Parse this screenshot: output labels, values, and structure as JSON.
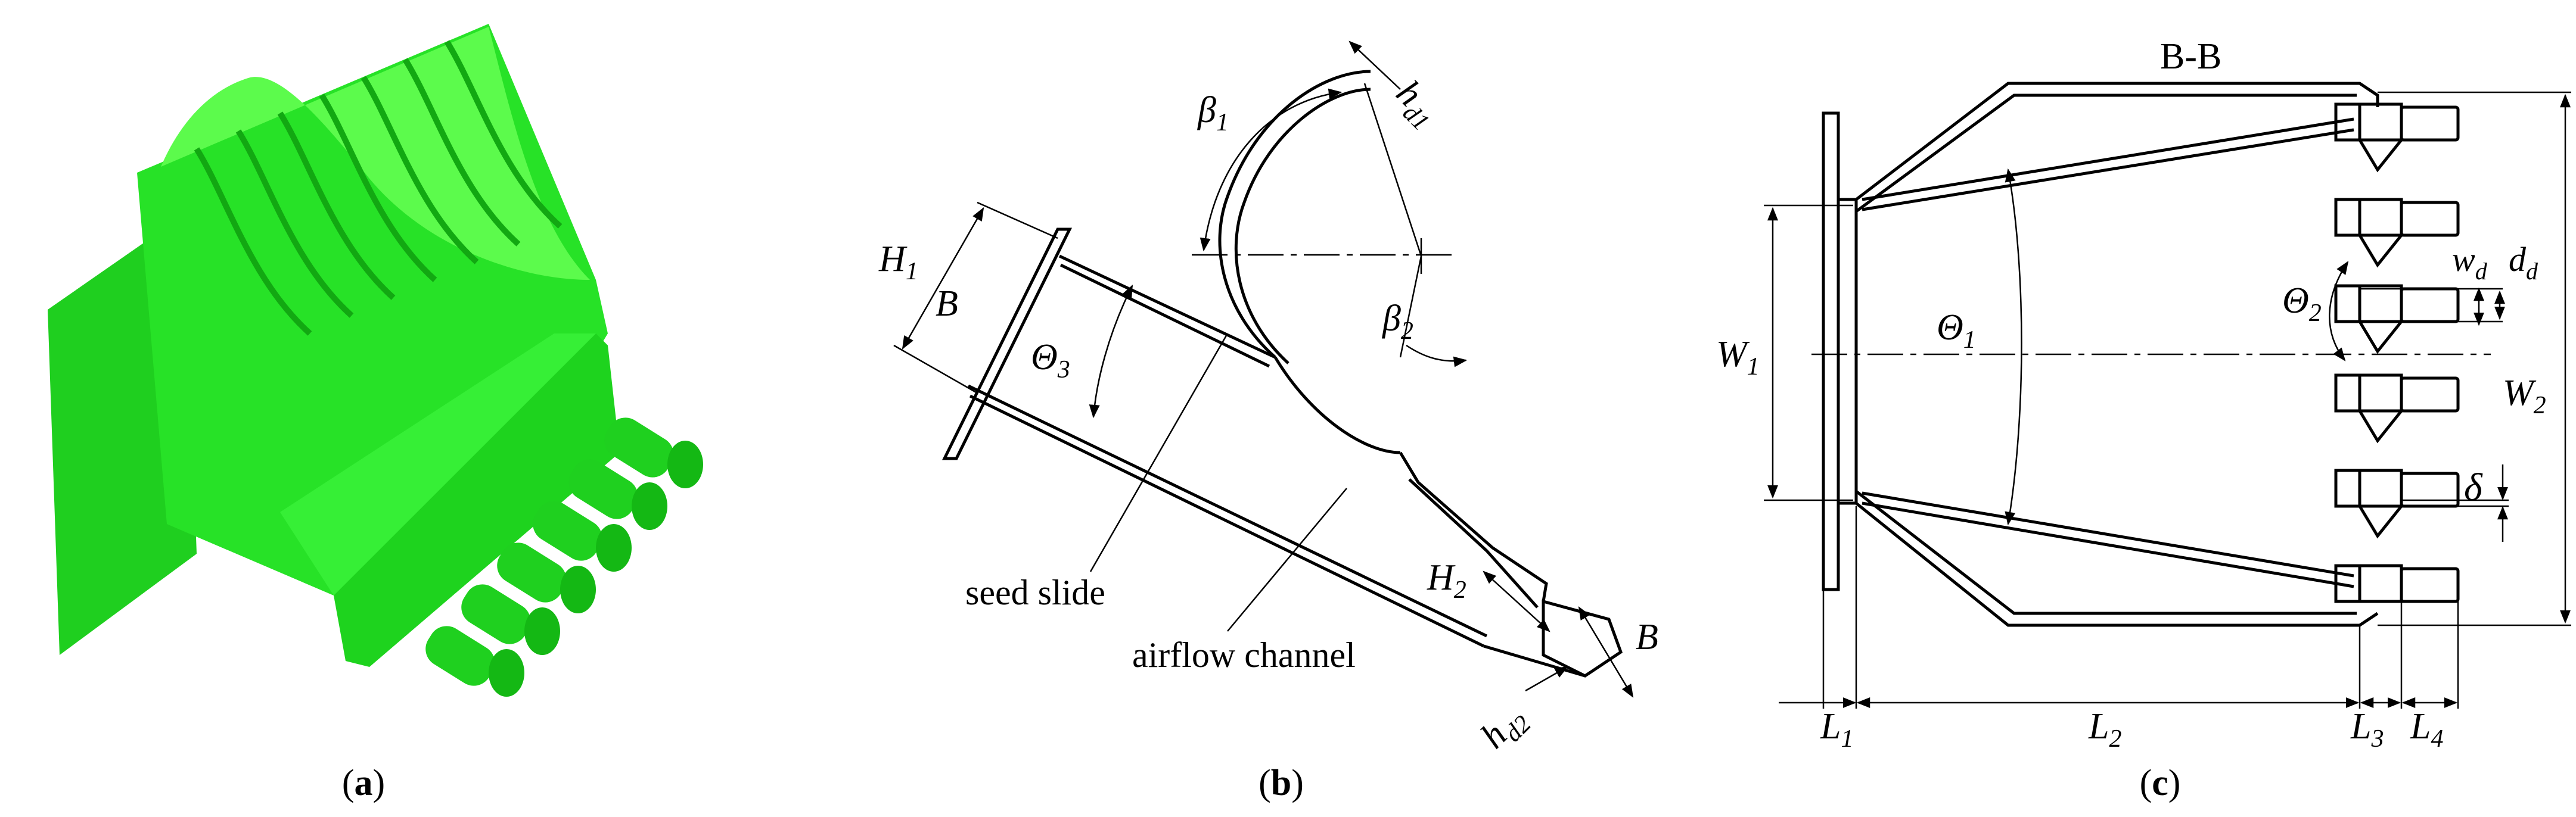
{
  "panels": [
    {
      "key": "a",
      "caption_open": "(",
      "caption_letter": "a",
      "caption_close": ")"
    },
    {
      "key": "b",
      "caption_open": "(",
      "caption_letter": "b",
      "caption_close": ")"
    },
    {
      "key": "c",
      "caption_open": "(",
      "caption_letter": "c",
      "caption_close": ")"
    }
  ],
  "panel_b": {
    "labels": {
      "H1": {
        "main": "H",
        "sub": "1"
      },
      "B_top": "B",
      "theta3": {
        "main": "Θ",
        "sub": "3"
      },
      "beta1": {
        "main": "β",
        "sub": "1"
      },
      "beta2": {
        "main": "β",
        "sub": "2"
      },
      "hd1": {
        "main": "h",
        "sub": "d1"
      },
      "H2": {
        "main": "H",
        "sub": "2"
      },
      "hd2": {
        "main": "h",
        "sub": "d2"
      },
      "B_bottom": "B",
      "seed_slide": "seed slide",
      "airflow_channel": "airflow channel"
    }
  },
  "panel_c": {
    "labels": {
      "section": "B-B",
      "W1": {
        "main": "W",
        "sub": "1"
      },
      "W2": {
        "main": "W",
        "sub": "2"
      },
      "theta1": {
        "main": "Θ",
        "sub": "1"
      },
      "theta2": {
        "main": "Θ",
        "sub": "2"
      },
      "wd": {
        "main": "w",
        "sub": "d"
      },
      "dd": {
        "main": "d",
        "sub": "d"
      },
      "delta": "δ",
      "L1": {
        "main": "L",
        "sub": "1"
      },
      "L2": {
        "main": "L",
        "sub": "2"
      },
      "L3": {
        "main": "L",
        "sub": "3"
      },
      "L4": {
        "main": "L",
        "sub": "4"
      }
    }
  },
  "colors": {
    "render_green": "#22ee22",
    "render_green_dark": "#14b814",
    "render_green_light": "#66ff55",
    "ink": "#000000"
  }
}
